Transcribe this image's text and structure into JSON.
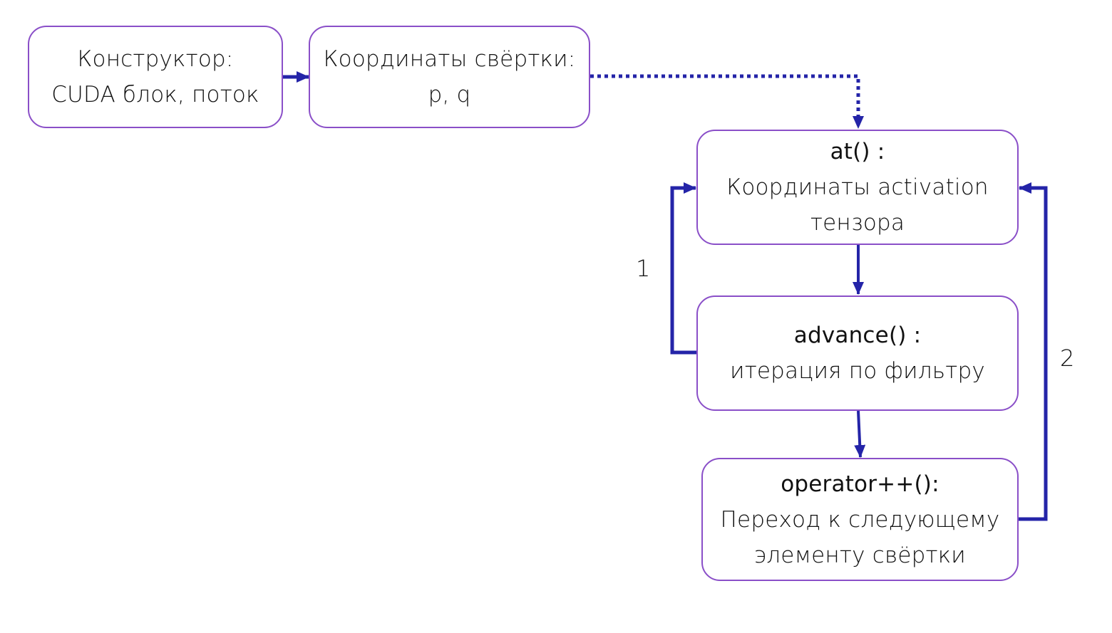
{
  "nodes": {
    "constructor": {
      "line1": "Конструктор:",
      "line2": "CUDA блок, поток"
    },
    "conv_coords": {
      "line1": "Координаты свёртки:",
      "line2": "p, q"
    },
    "at": {
      "title": "at() :",
      "line1": "Координаты activation",
      "line2": "тензора"
    },
    "advance": {
      "title": "advance() :",
      "line1": "итерация по фильтру"
    },
    "operator": {
      "title": "operator++():",
      "line1": "Переход к следующему",
      "line2": "элементу свёртки"
    }
  },
  "loop_labels": {
    "loop1": "1",
    "loop2": "2"
  },
  "colors": {
    "node_border": "#8a4fc8",
    "edge": "#2424a8",
    "text": "#111111"
  }
}
